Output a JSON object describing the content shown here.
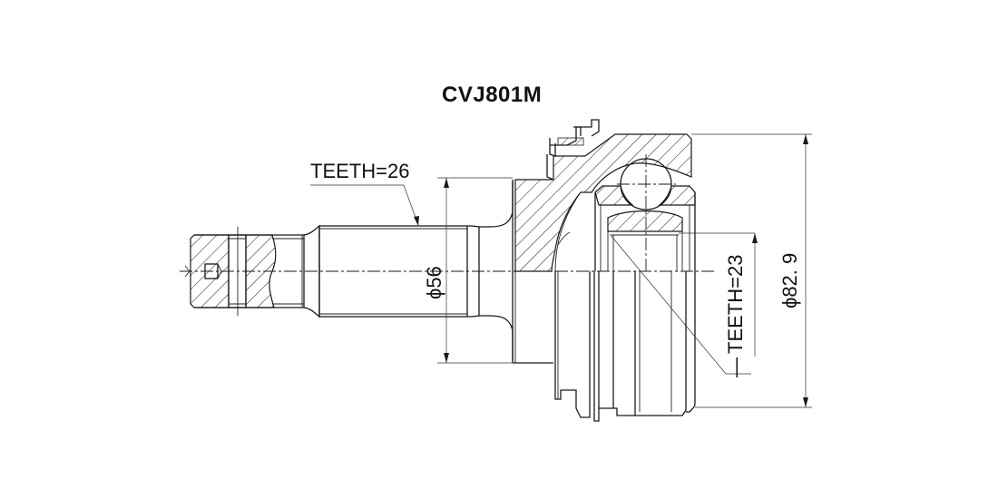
{
  "drawing": {
    "part_number": "CVJ801M",
    "type": "Outer CV joint technical drawing (section view)",
    "annotations": {
      "outer_spline_teeth": "TEETH=26",
      "inner_spline_teeth": "TEETH=23",
      "inner_spline_marker": "—",
      "stem_diameter": "ϕ56",
      "bell_diameter": "ϕ82. 9"
    },
    "colors": {
      "background": "#ffffff",
      "line": "#1a1a1a"
    }
  }
}
